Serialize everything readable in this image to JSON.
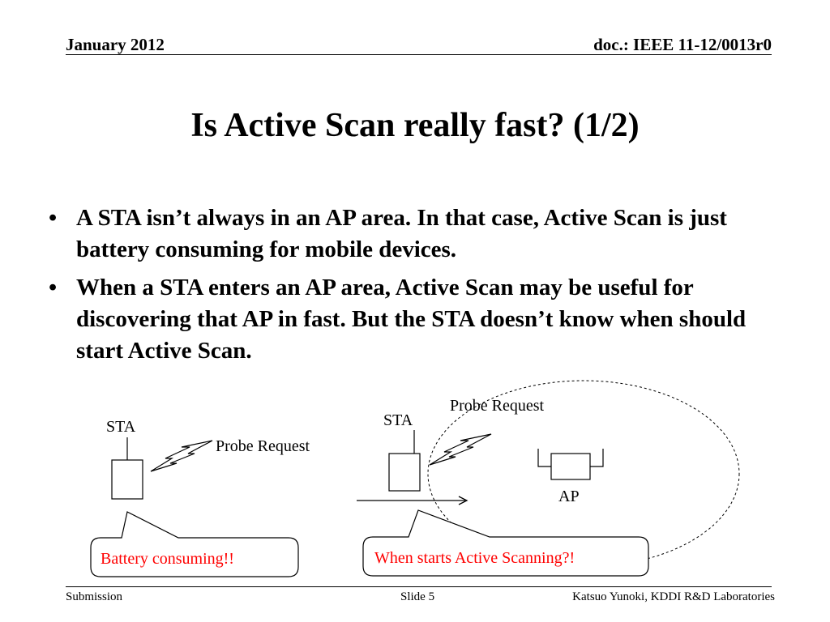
{
  "header": {
    "date": "January 2012",
    "doc": "doc.: IEEE 11-12/0013r0"
  },
  "title": "Is Active Scan really fast? (1/2)",
  "bullets": [
    "A STA isn’t always in an AP area. In that case, Active Scan is just battery consuming for mobile devices.",
    "When a STA enters an AP area, Active Scan may be useful for discovering that AP in fast. But the STA doesn’t know when should start Active Scan."
  ],
  "bullet_marker": "•",
  "diagram": {
    "left": {
      "sta_label": "STA",
      "probe_label": "Probe Request",
      "callout": "Battery consuming!!"
    },
    "right": {
      "sta_label": "STA",
      "probe_label": "Probe Request",
      "ap_label": "AP",
      "callout": "When starts Active Scanning?!"
    },
    "callout_color": "#ff0000"
  },
  "footer": {
    "left": "Submission",
    "center": "Slide 5",
    "right": "Katsuo Yunoki, KDDI R&D Laboratories"
  }
}
